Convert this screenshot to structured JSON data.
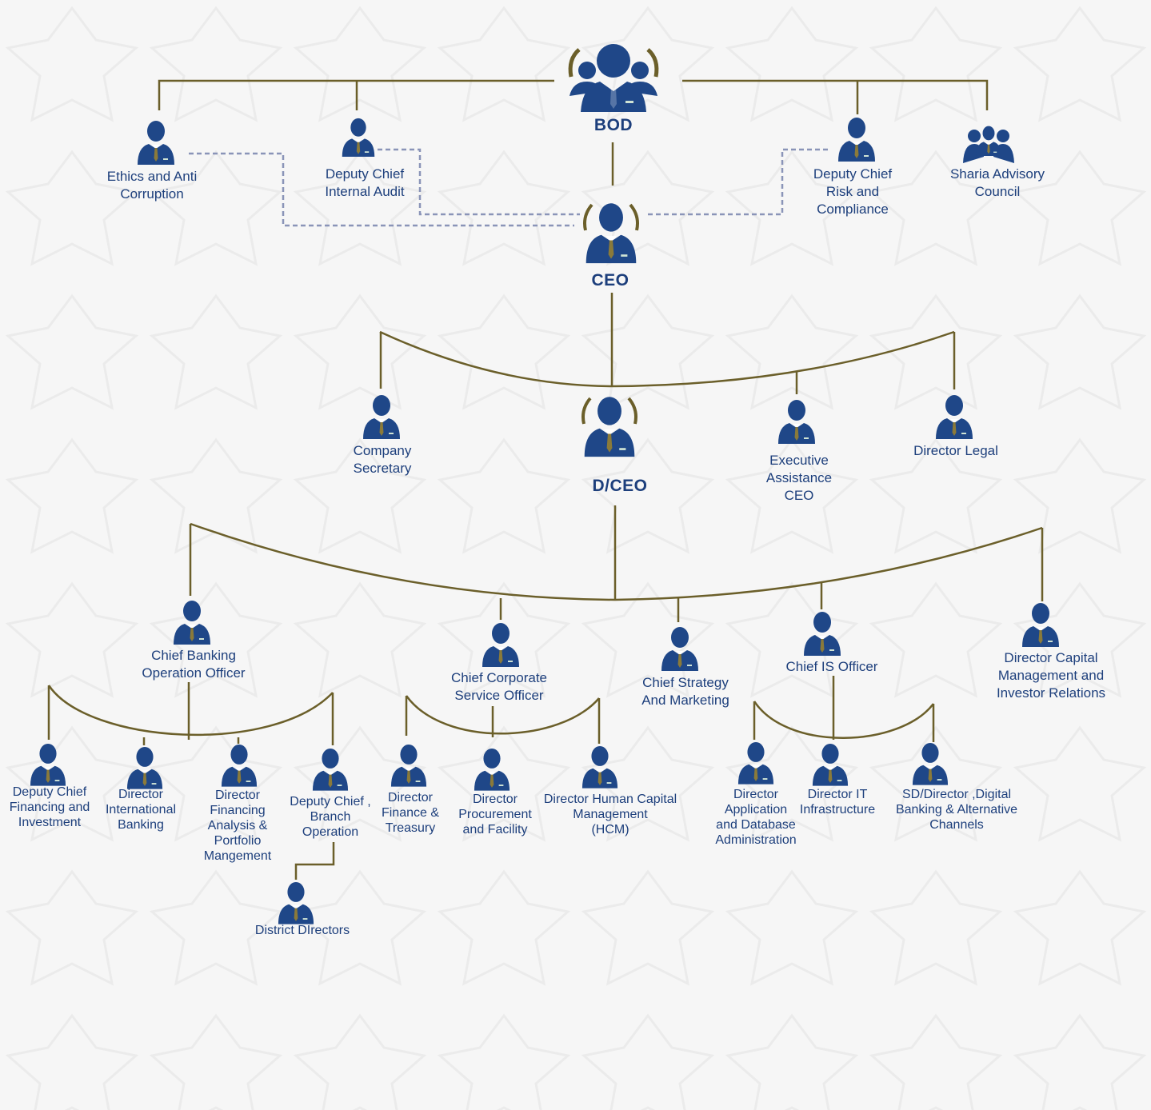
{
  "colors": {
    "navy": "#1f4788",
    "line": "#6b5f2a",
    "dashed": "#8a94b8",
    "text": "#1d3f7c"
  },
  "nodes": {
    "bod": {
      "label": "BOD",
      "icon": "board-group-icon"
    },
    "ethics": {
      "label": "Ethics and Anti\nCorruption",
      "icon": "person-icon"
    },
    "internal_audit": {
      "label": "Deputy Chief\nInternal Audit",
      "icon": "person-icon"
    },
    "risk": {
      "label": "Deputy Chief\nRisk and\nCompliance",
      "icon": "person-icon"
    },
    "sharia": {
      "label": "Sharia Advisory\nCouncil",
      "icon": "group-icon"
    },
    "ceo": {
      "label": "CEO",
      "icon": "executive-icon"
    },
    "company_secretary": {
      "label": "Company\nSecretary",
      "icon": "person-icon"
    },
    "dceo": {
      "label": "D/CEO",
      "icon": "executive-icon"
    },
    "exec_assist": {
      "label": "Executive\nAssistance\nCEO",
      "icon": "person-icon"
    },
    "legal": {
      "label": "Director Legal",
      "icon": "person-icon"
    },
    "chief_banking": {
      "label": "Chief Banking\nOperation Officer",
      "icon": "person-icon"
    },
    "chief_corporate": {
      "label": "Chief Corporate\nService Officer",
      "icon": "person-icon"
    },
    "chief_strategy": {
      "label": "Chief Strategy\nAnd Marketing",
      "icon": "person-icon"
    },
    "chief_is": {
      "label": "Chief IS Officer",
      "icon": "person-icon"
    },
    "capital": {
      "label": "Director Capital\nManagement and\nInvestor Relations",
      "icon": "person-icon"
    },
    "dc_financing": {
      "label": "Deputy Chief\nFinancing and\nInvestment",
      "icon": "person-icon"
    },
    "intl_banking": {
      "label": "Director\nInternational\nBanking",
      "icon": "person-icon"
    },
    "fin_analysis": {
      "label": "Director\nFinancing\nAnalysis &\nPortfolio\nMangement",
      "icon": "person-icon"
    },
    "branch_op": {
      "label": "Deputy Chief ,\nBranch\nOperation",
      "icon": "person-icon"
    },
    "finance_treasury": {
      "label": "Director\nFinance &\nTreasury",
      "icon": "person-icon"
    },
    "procurement": {
      "label": "Director\nProcurement\nand Facility",
      "icon": "person-icon"
    },
    "hcm": {
      "label": "Director Human Capital\nManagement\n(HCM)",
      "icon": "person-icon"
    },
    "app_db": {
      "label": "Director\nApplication\nand Database\nAdministration",
      "icon": "person-icon"
    },
    "it_infra": {
      "label": "Director IT\nInfrastructure",
      "icon": "person-icon"
    },
    "digital": {
      "label": "SD/Director ,Digital\nBanking & Alternative\nChannels",
      "icon": "person-icon"
    },
    "district": {
      "label": "District DIrectors",
      "icon": "person-icon"
    }
  }
}
